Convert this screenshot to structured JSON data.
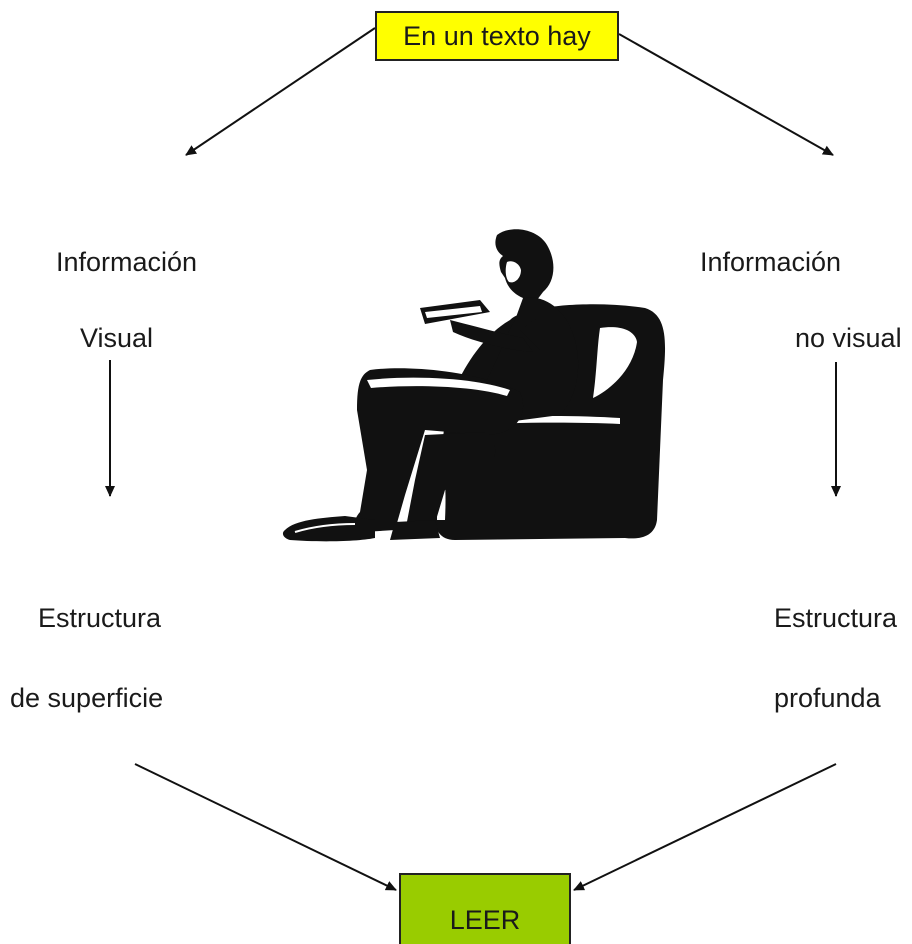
{
  "top_box": {
    "label": "En un texto hay",
    "color": "#ffff00"
  },
  "left": {
    "info_line1": "Información",
    "info_line2": "Visual",
    "struct_line1": "Estructura",
    "struct_line2": "de superficie"
  },
  "right": {
    "info_line1": "Información",
    "info_line2": "no visual",
    "struct_line1": "Estructura",
    "struct_line2": "profunda"
  },
  "bottom_box": {
    "label": "LEER",
    "color": "#99cc00"
  },
  "illustration": {
    "icon": "person-reading-in-armchair-icon"
  }
}
